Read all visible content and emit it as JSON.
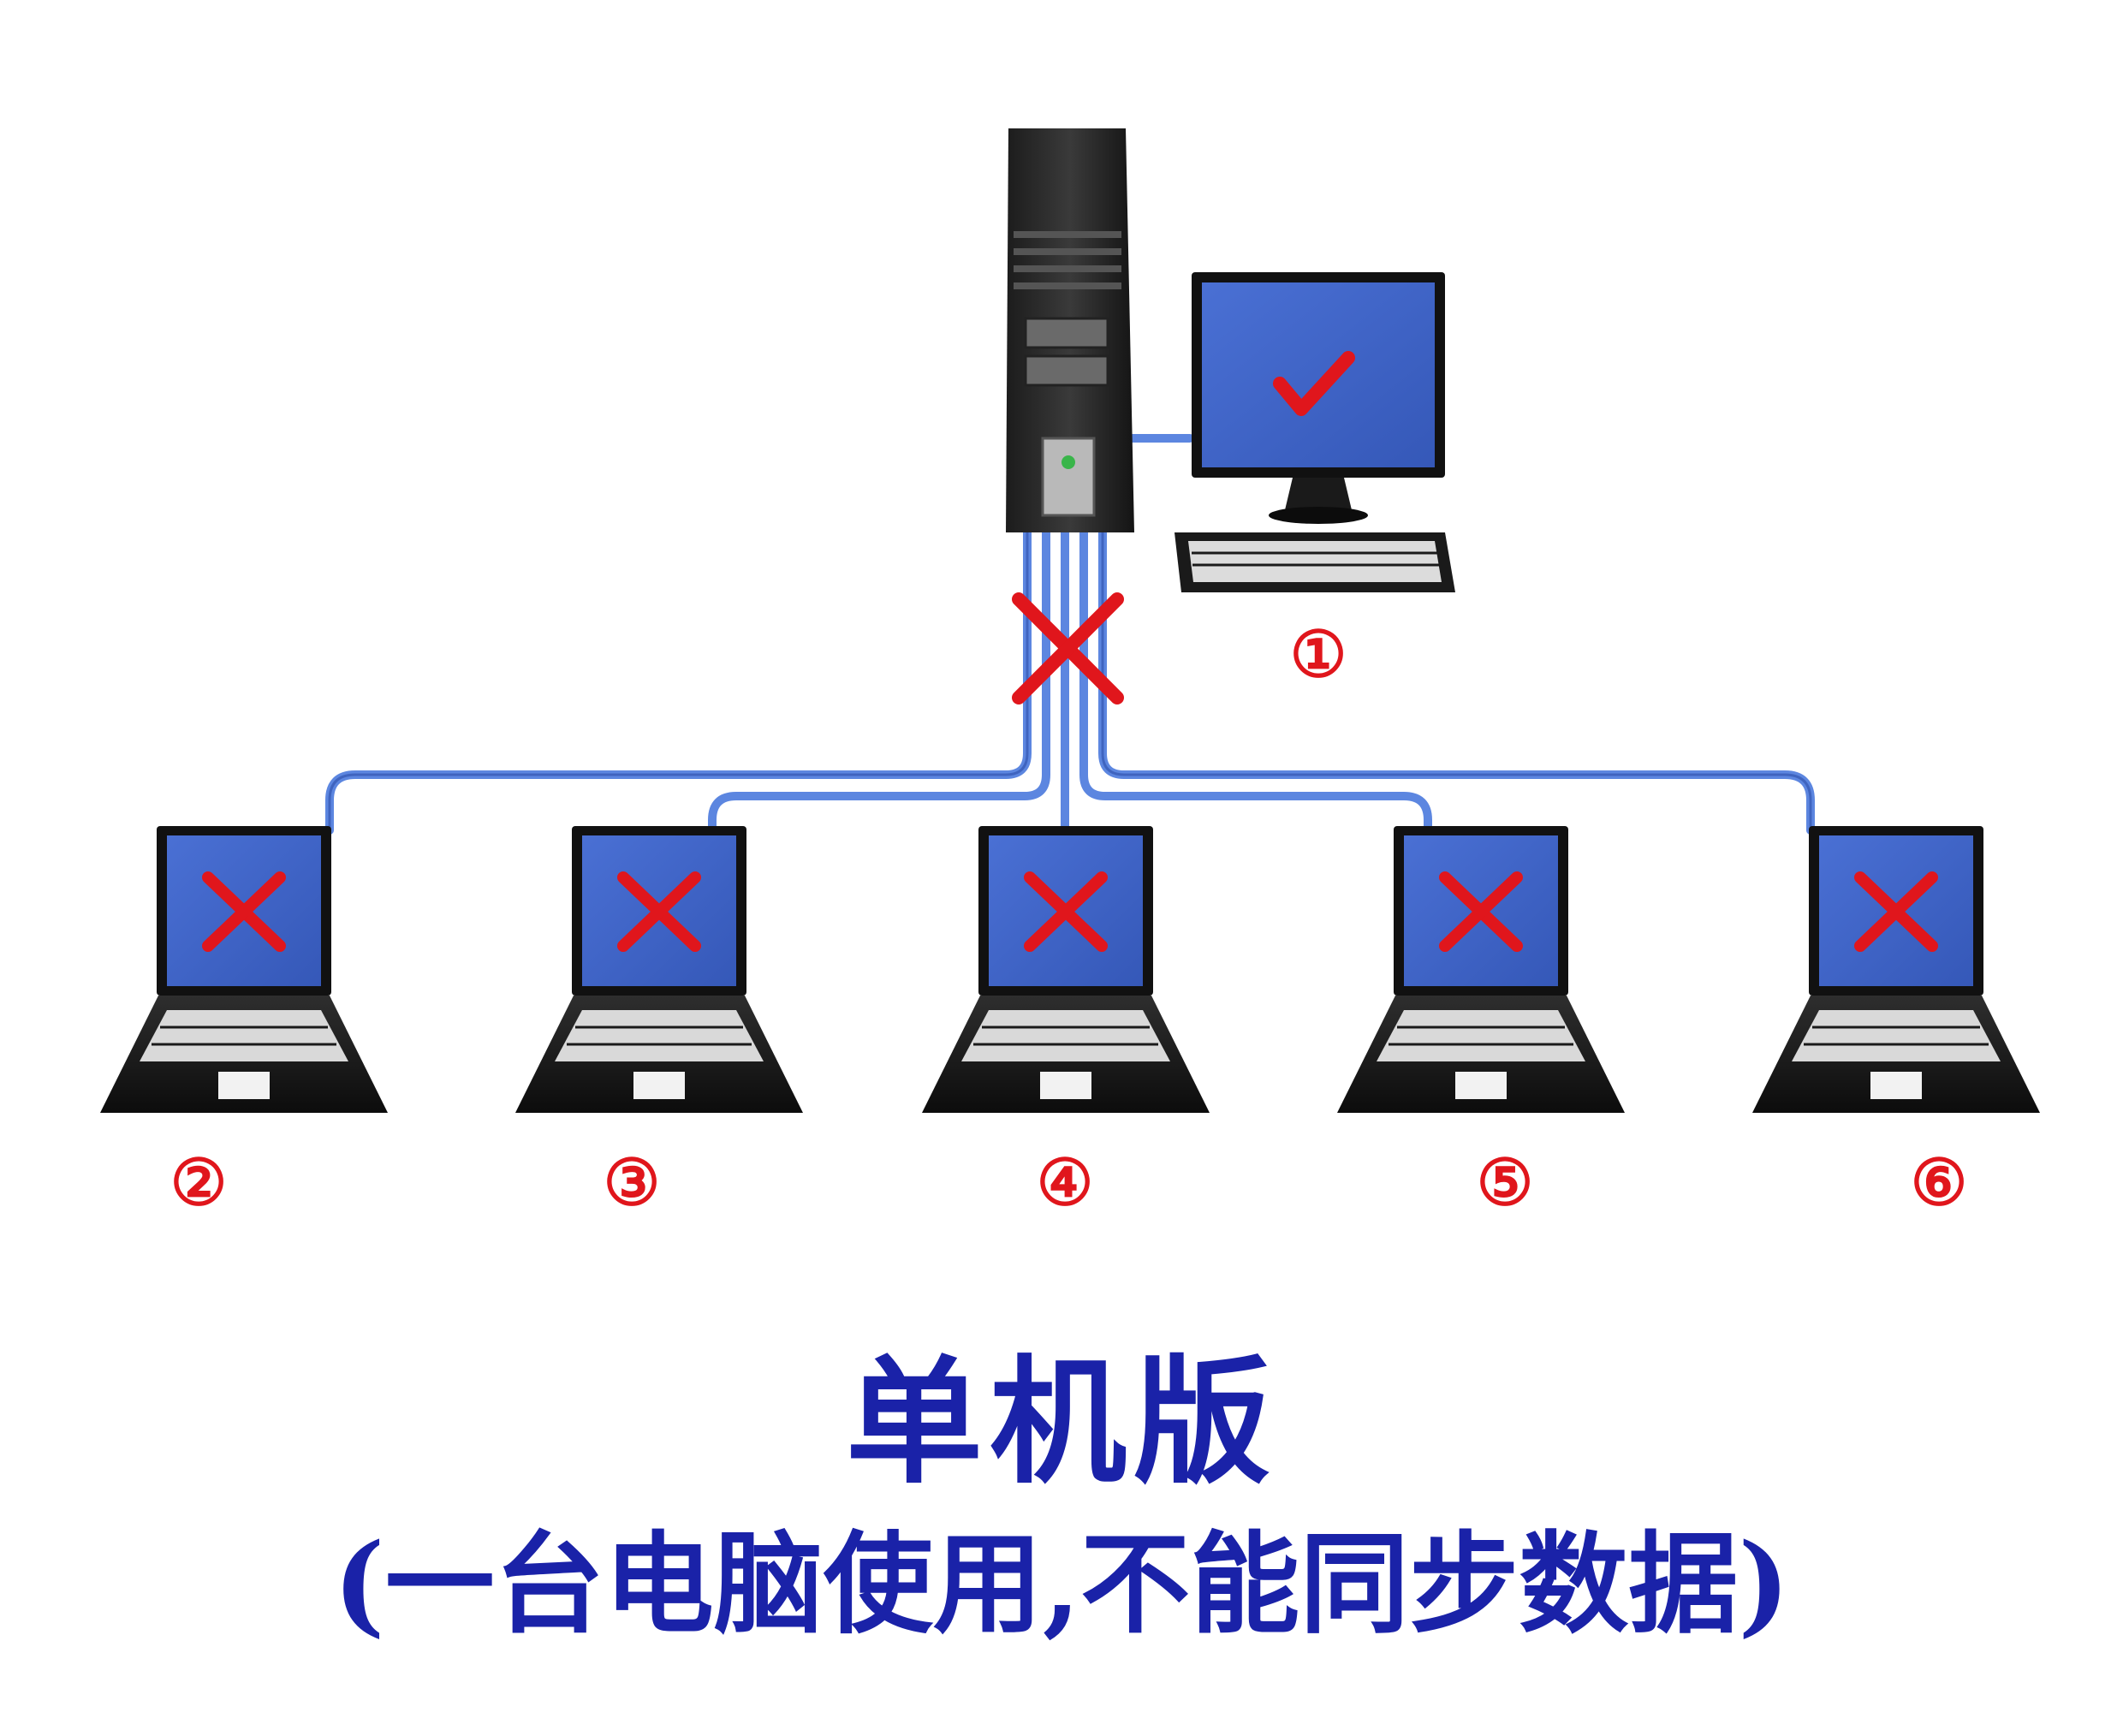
{
  "diagram": {
    "title": "单机版",
    "subtitle": "(一台电脑使用,不能同步数据)",
    "colors": {
      "accent_red": "#e0161c",
      "text_blue": "#1a22a8",
      "screen_blue": "#3d62c8",
      "cable_blue": "#4a7ad6"
    },
    "server": {
      "label": "①",
      "status_icon": "check-mark-icon",
      "connection_status_icon": "cross-mark-icon"
    },
    "clients": [
      {
        "label": "②",
        "status_icon": "cross-mark-icon"
      },
      {
        "label": "③",
        "status_icon": "cross-mark-icon"
      },
      {
        "label": "④",
        "status_icon": "cross-mark-icon"
      },
      {
        "label": "⑤",
        "status_icon": "cross-mark-icon"
      },
      {
        "label": "⑥",
        "status_icon": "cross-mark-icon"
      }
    ]
  }
}
